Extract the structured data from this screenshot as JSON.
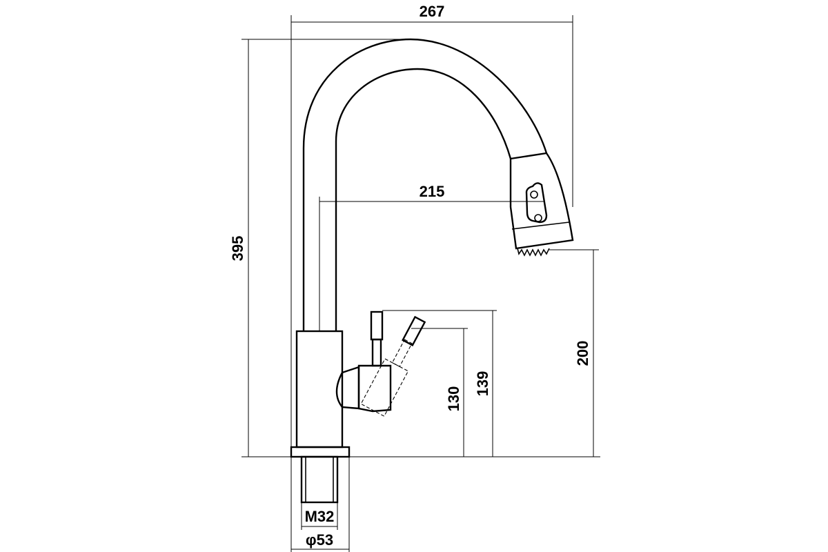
{
  "dimensions": {
    "width_total": "267",
    "height_total": "395",
    "spout_reach": "215",
    "spout_height": "200",
    "lever_height": "139",
    "body_height": "130",
    "thread": "M32",
    "base_diameter": "φ53"
  },
  "colors": {
    "line": "#000000",
    "background": "#ffffff"
  }
}
